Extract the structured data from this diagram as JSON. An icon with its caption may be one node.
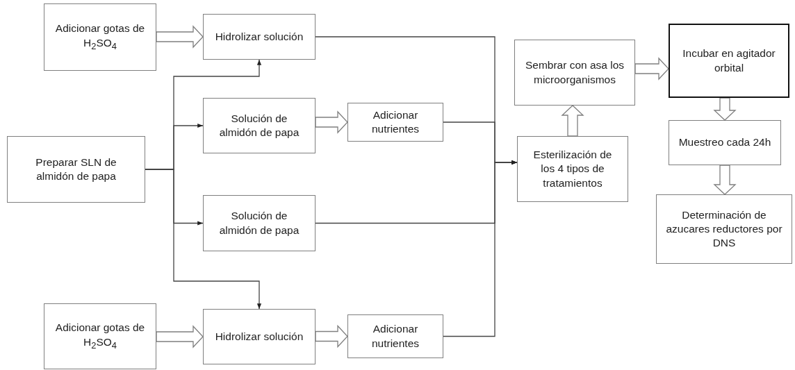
{
  "diagram": {
    "nodes": [
      {
        "text": [
          "Adicionar gotas de H$_{2}$SO$_{4}$"
        ]
      },
      {
        "text": [
          "Hidrolizar solución"
        ]
      },
      {
        "text": [
          "Solución de almidón de papa"
        ]
      },
      {
        "text": [
          "Adicionar nutrientes"
        ]
      },
      {
        "text": [
          "Preparar SLN de almidón de papa"
        ]
      },
      {
        "text": [
          "Solución de almidón de papa"
        ]
      },
      {
        "text": [
          "Adicionar gotas de H$_{2}$SO$_{4}$"
        ]
      },
      {
        "text": [
          "Hidrolizar solución"
        ]
      },
      {
        "text": [
          "Adicionar nutrientes"
        ]
      },
      {
        "text": [
          "Esterilización de los 4 tipos de tratamientos"
        ]
      },
      {
        "text": [
          "Sembrar con asa los microorganismos"
        ]
      },
      {
        "text": [
          "Incubar en agitador orbital"
        ]
      },
      {
        "text": [
          "Muestreo cada 24h"
        ]
      },
      {
        "text": [
          "Determinación de azucares reductores por DNS"
        ]
      }
    ],
    "edges": [
      {
        "from": 0,
        "to": 1,
        "arrow": "to",
        "style": "thick"
      },
      {
        "from": 4,
        "to": 1,
        "arrow": "to"
      },
      {
        "from": 4,
        "to": 2,
        "arrow": "to"
      },
      {
        "from": 4,
        "to": 5,
        "arrow": "to"
      },
      {
        "from": 4,
        "to": 7,
        "arrow": "to"
      },
      {
        "from": 2,
        "to": 3,
        "arrow": "to",
        "style": "thick"
      },
      {
        "from": 6,
        "to": 7,
        "arrow": "to",
        "style": "thick"
      },
      {
        "from": 7,
        "to": 8,
        "arrow": "to",
        "style": "thick"
      },
      {
        "from": 1,
        "to": 9,
        "arrow": "to"
      },
      {
        "from": 3,
        "to": 9,
        "arrow": "to"
      },
      {
        "from": 5,
        "to": 9,
        "arrow": "to"
      },
      {
        "from": 8,
        "to": 9,
        "arrow": "to"
      },
      {
        "from": 9,
        "to": 10,
        "arrow": "to",
        "style": "thick"
      },
      {
        "from": 10,
        "to": 11,
        "arrow": "to",
        "style": "thick"
      },
      {
        "from": 11,
        "to": 12,
        "arrow": "to",
        "style": "thick"
      },
      {
        "from": 12,
        "to": 13,
        "arrow": "to",
        "style": "thick"
      }
    ]
  }
}
